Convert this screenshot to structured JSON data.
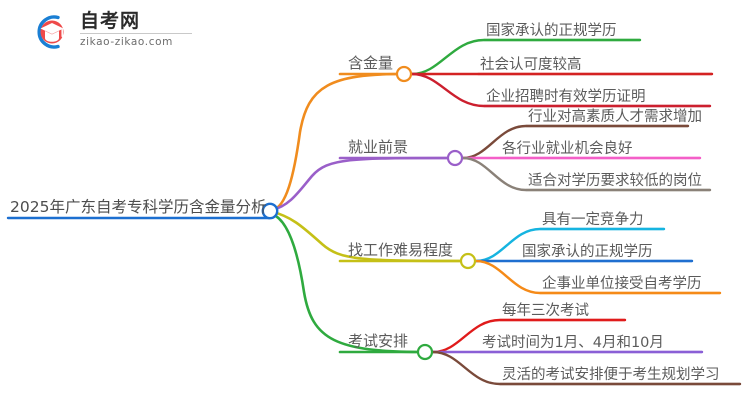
{
  "logo": {
    "mark_name": "zikao-logo-mark",
    "name": "自考网",
    "url": "zikao-zikao.com",
    "colors": {
      "ring": "#1a7fd4",
      "cap": "#e03a3a",
      "cap_dark": "#c62828"
    }
  },
  "mindmap": {
    "type": "mindmap",
    "root": {
      "label": "2025年广东自考专科学历含金量分析",
      "color": "#1c6fd0"
    },
    "branches": [
      {
        "label": "含金量",
        "color": "#f08c1e",
        "children": [
          {
            "label": "国家承认的正规学历",
            "color": "#2faa3f"
          },
          {
            "label": "社会认可度较高",
            "color": "#d42222"
          },
          {
            "label": "企业招聘时有效学历证明",
            "color": "#cc1f2e"
          }
        ]
      },
      {
        "label": "就业前景",
        "color": "#9a5fc9",
        "children": [
          {
            "label": "行业对高素质人才需求增加",
            "color": "#7a4a3a"
          },
          {
            "label": "各行业就业机会良好",
            "color": "#f45fc8"
          },
          {
            "label": "适合对学历要求较低的岗位",
            "color": "#8a8178"
          }
        ]
      },
      {
        "label": "找工作难易程度",
        "color": "#c5c017",
        "children": [
          {
            "label": "具有一定竞争力",
            "color": "#16b4e0"
          },
          {
            "label": "国家承认的正规学历",
            "color": "#1f6fd0"
          },
          {
            "label": "企事业单位接受自考学历",
            "color": "#f58a18"
          }
        ]
      },
      {
        "label": "考试安排",
        "color": "#2faa3f",
        "children": [
          {
            "label": "每年三次考试",
            "color": "#e01b1b"
          },
          {
            "label": "考试时间为1月、4月和10月",
            "color": "#8a5fd6"
          },
          {
            "label": "灵活的考试安排便于考生规划学习",
            "color": "#7a4a3a"
          }
        ]
      }
    ]
  }
}
